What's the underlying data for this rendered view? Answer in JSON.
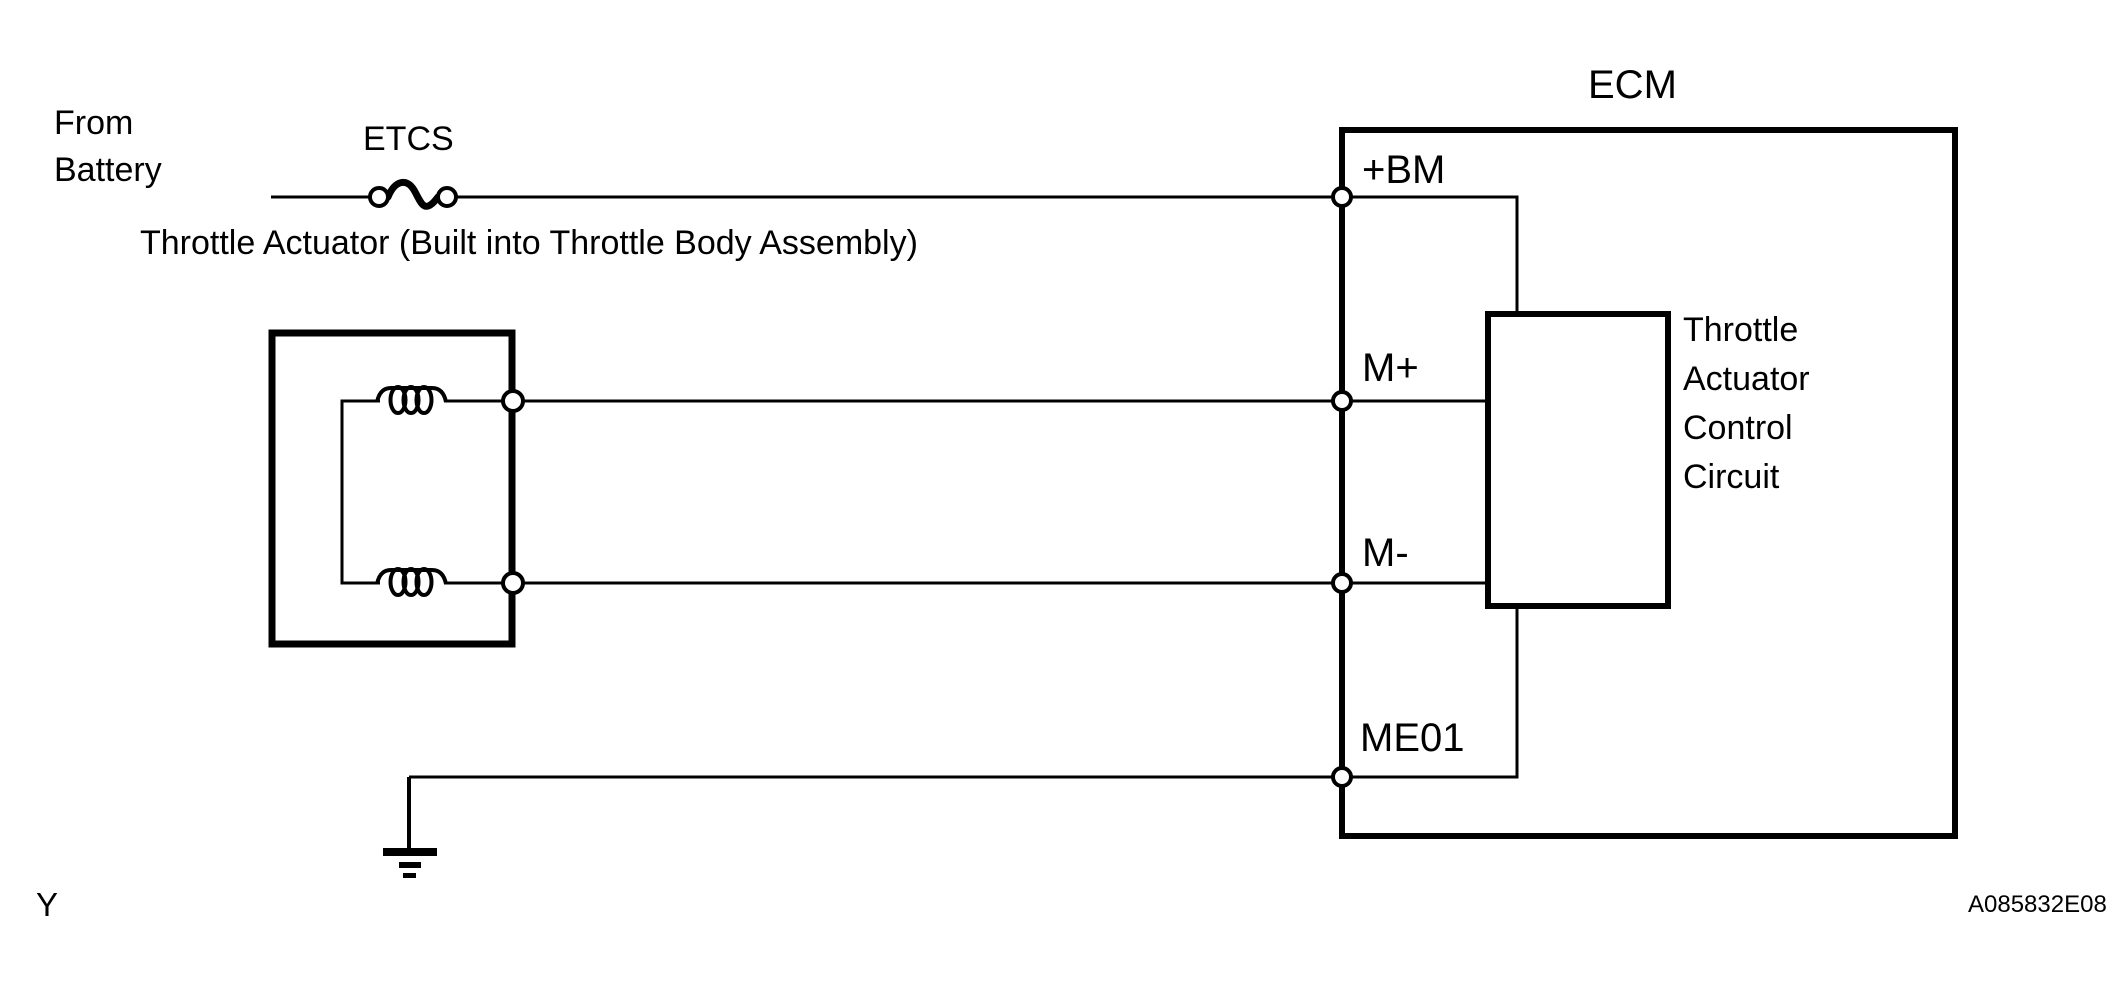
{
  "diagram": {
    "colors": {
      "line": "#000000",
      "background": "#ffffff"
    },
    "battery": {
      "label": "From\nBattery"
    },
    "fuse": {
      "label": "ETCS"
    },
    "caption": "Throttle Actuator (Built into Throttle Body Assembly)",
    "ecm": {
      "title": "ECM",
      "terminals": {
        "bm": "+BM",
        "m_plus": "M+",
        "m_minus": "M-",
        "me01": "ME01"
      },
      "control_circuit_label": "Throttle\nActuator\nControl\nCircuit"
    },
    "footer": {
      "page_marker": "Y",
      "figure_id": "A085832E08"
    }
  }
}
